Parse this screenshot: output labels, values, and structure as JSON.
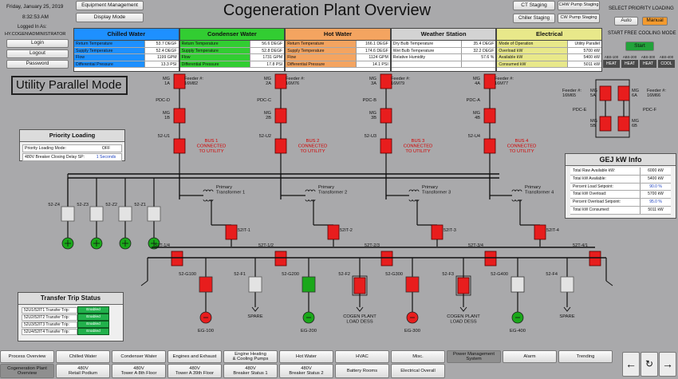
{
  "header": {
    "date": "Friday, January 25, 2019",
    "time": "8:32:53 AM",
    "title": "Cogeneration Plant Overview",
    "equipment_management": "Equipment Management",
    "display_mode": "Display Mode",
    "logged_in_as_label": "Logged In As:",
    "logged_in_user": "HY.COGEN\\ADMINISTRATOR",
    "login": "Login",
    "logout": "Logout",
    "password": "Password",
    "ct_staging": "CT Staging",
    "chw_pump_staging": "CHW Pump Staging",
    "chiller_staging": "Chiller Staging",
    "cw_pump_staging": "CW Pump Staging",
    "select_priority_label": "SELECT PRIORITY LOADING",
    "auto": "Auto",
    "manual": "Manual",
    "start_free_cooling_label": "START FREE COOLING MODE",
    "start": "Start"
  },
  "colors": {
    "chilled": "#1e90ff",
    "condenser": "#32cd32",
    "hotwater": "#f4a460",
    "weather": "#d3d3d3",
    "electrical": "#e8e88a",
    "breaker_closed": "#e81d1d",
    "breaker_open": "#e3e3e3",
    "gen_running": "#e81d1d",
    "gen_off": "#1aa81a",
    "enabled": "#22b14c"
  },
  "panels": [
    {
      "title": "Chilled Water",
      "rows": [
        {
          "label": "Return Temperature",
          "value": "53.7 DEGF"
        },
        {
          "label": "Supply Temperature",
          "value": "52.4 DEGF"
        },
        {
          "label": "Flow",
          "value": "1199 GPM"
        },
        {
          "label": "Differential Pressure",
          "value": "13.3 PSI"
        }
      ]
    },
    {
      "title": "Condenser Water",
      "rows": [
        {
          "label": "Return Temperature",
          "value": "56.6 DEGF"
        },
        {
          "label": "Supply Temperature",
          "value": "52.8 DEGF"
        },
        {
          "label": "Flow",
          "value": "1731 GPM"
        },
        {
          "label": "Differential Pressure",
          "value": "17.8 PSI"
        }
      ]
    },
    {
      "title": "Hot Water",
      "rows": [
        {
          "label": "Return Temperature",
          "value": "166.1 DEGF"
        },
        {
          "label": "Supply Temperature",
          "value": "174.6 DEGF"
        },
        {
          "label": "Flow",
          "value": "1124 GPM"
        },
        {
          "label": "Differential Pressure",
          "value": "14.1 PSI"
        }
      ]
    },
    {
      "title": "Weather Station",
      "rows": [
        {
          "label": "Dry Bulb Temperature",
          "value": "35.4 DEGF"
        },
        {
          "label": "Wet Bulb Temperature",
          "value": "32.2 DEGF"
        },
        {
          "label": "Relative Humidity",
          "value": "57.6 %"
        },
        {
          "label": "",
          "value": ""
        }
      ]
    },
    {
      "title": "Electrical",
      "rows": [
        {
          "label": "Mode of Operation",
          "value": "Utility Parallel"
        },
        {
          "label": "Overload kW",
          "value": "5700 kW"
        },
        {
          "label": "Available kW",
          "value": "5400 kW"
        },
        {
          "label": "Consumed kW",
          "value": "5011 kW"
        }
      ]
    }
  ],
  "abs_units": [
    {
      "name": "ABS-100",
      "state": "HEAT"
    },
    {
      "name": "ABS-200",
      "state": "HEAT"
    },
    {
      "name": "ABS-300",
      "state": "HEAT"
    },
    {
      "name": "ABS-400",
      "state": "COOL"
    }
  ],
  "mode_banner": "Utility Parallel Mode",
  "priority": {
    "title": "Priority Loading",
    "rows": [
      {
        "label": "Priority Loading Mode:",
        "value": "OFF"
      },
      {
        "label": "480V Breaker Closing Delay SP:",
        "value": "1 Seconds"
      }
    ]
  },
  "transfer_trip": {
    "title": "Transfer Trip Status",
    "rows": [
      {
        "label": "52U1/52IT1 Transfer Trip:",
        "value": "Enabled"
      },
      {
        "label": "52U2/52IT2 Transfer Trip:",
        "value": "Enabled"
      },
      {
        "label": "52U3/52IT3 Transfer Trip:",
        "value": "Enabled"
      },
      {
        "label": "52U4/52IT4 Transfer Trip:",
        "value": "Enabled"
      }
    ]
  },
  "gej": {
    "title": "GEJ kW Info",
    "rows": [
      {
        "label": "Total Raw Available kW:",
        "value": "6000 kW"
      },
      {
        "label": "Total kW Available:",
        "value": "5400 kW"
      },
      {
        "label": "Percent Load Setpoint:",
        "value": "90.0 %"
      },
      {
        "label": "Total kW Overload:",
        "value": "5700 kW"
      },
      {
        "label": "Percent Overload Setpoint:",
        "value": "95.0 %"
      },
      {
        "label": "Total kW Consumed:",
        "value": "5011 kW"
      }
    ]
  },
  "bus_groups": [
    {
      "mg_top": "MG\n1A",
      "feeder": "Feeder #:\n16M82",
      "pdc": "PDC-D",
      "mg_bot": "MG\n1B",
      "u": "52-U1",
      "bus": "BUS 1\nCONNECTED\nTO UTILITY"
    },
    {
      "mg_top": "MG\n2A",
      "feeder": "Feeder #:\n16M76",
      "pdc": "PDC-C",
      "mg_bot": "MG\n2B",
      "u": "52-U2",
      "bus": "BUS 2\nCONNECTED\nTO UTILITY"
    },
    {
      "mg_top": "MG\n3A",
      "feeder": "Feeder #:\n16M79",
      "pdc": "PDC-B",
      "mg_bot": "MG\n3B",
      "u": "52-U3",
      "bus": "BUS 3\nCONNECTED\nTO UTILITY"
    },
    {
      "mg_top": "MG\n4A",
      "feeder": "Feeder #:\n16M77",
      "pdc": "PDC-A",
      "mg_bot": "MG\n4B",
      "u": "52-U4",
      "bus": "BUS 4\nCONNECTED\nTO UTILITY"
    }
  ],
  "right_group": {
    "feeder_left": "Feeder #:\n16M65",
    "feeder_right": "Feeder #:\n16M66",
    "pdc_e": "PDC-E",
    "pdc_f": "PDC-F",
    "mg5a": "MG\n5A",
    "mg6a": "MG\n6A",
    "mg5b": "MG\n5B",
    "mg6b": "MG\n6B"
  },
  "z_breakers": [
    "52-Z4",
    "52-Z3",
    "52-Z2",
    "52-Z1"
  ],
  "transformers": [
    "Primary\nTransformer 1",
    "Primary\nTransformer 2",
    "Primary\nTransformer 3",
    "Primary\nTransformer 4"
  ],
  "it_labels": [
    "52IT-1",
    "52IT-2",
    "52IT-3",
    "52IT-4"
  ],
  "t_labels": [
    "52T-1/4",
    "52T-1/2",
    "52T-2/3",
    "52T-3/4",
    "52T-4/1"
  ],
  "gens": [
    {
      "brk": "52-G100",
      "name": "EG-100",
      "state": "running"
    },
    {
      "brk": "52-G200",
      "name": "EG-200",
      "state": "off"
    },
    {
      "brk": "52-G300",
      "name": "EG-300",
      "state": "running"
    },
    {
      "brk": "52-G400",
      "name": "EG-400",
      "state": "off"
    }
  ],
  "feeders": [
    {
      "brk": "52-F1",
      "name": "SPARE"
    },
    {
      "brk": "52-F2",
      "name": "COGEN PLANT\nLOAD DESS"
    },
    {
      "brk": "52-F3",
      "name": "COGEN PLANT\nLOAD DESS"
    },
    {
      "brk": "52-F4",
      "name": "SPARE"
    }
  ],
  "tabs_row1": [
    "Process Overview",
    "Chilled Water",
    "Condenser Water",
    "Engines and Exhaust",
    "Engine Heating\n& Cooling Pumps",
    "Hot Water",
    "HVAC",
    "Misc.",
    "Power Management\nSystem",
    "Alarm",
    "Trending"
  ],
  "tabs_row2": [
    "Cogeneration Plant\nOverview",
    "480V\nRetail Podium",
    "480V\nTower A 8th Floor",
    "480V\nTower A 39th Floor",
    "480V\nBreaker Status 1",
    "480V\nBreaker Status 2",
    "Battery Rooms",
    "Electrical Overall"
  ],
  "nav_icons": [
    "arrow-left-icon",
    "history-icon",
    "arrow-right-icon"
  ]
}
